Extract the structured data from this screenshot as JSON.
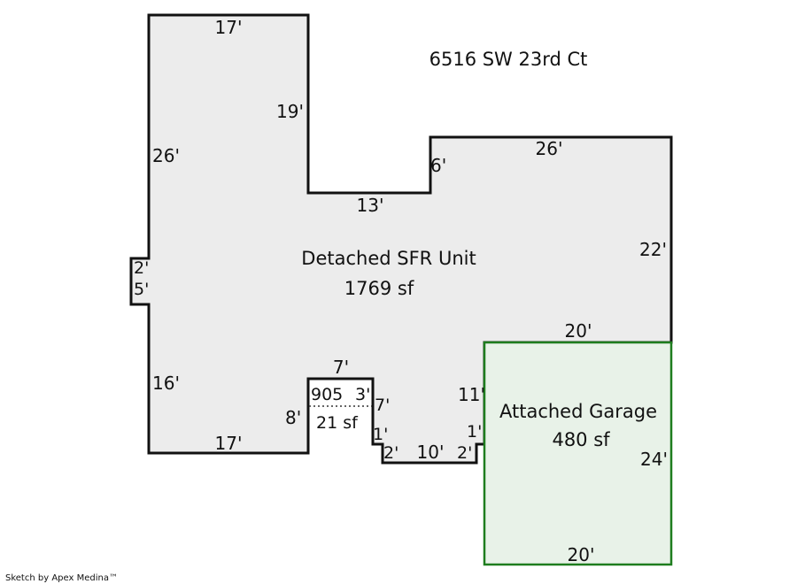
{
  "address": "6516 SW 23rd Ct",
  "credit": "Sketch by Apex Medina™",
  "colors": {
    "main_outline": "#111111",
    "main_fill": "#ececec",
    "garage_outline": "#1e7d1e",
    "garage_fill": "#e8f2e8"
  },
  "areas": {
    "main": {
      "name": "Detached SFR Unit",
      "size": "1769 sf"
    },
    "garage": {
      "name": "Attached Garage",
      "size": "480 sf"
    },
    "inset": {
      "code": "905",
      "size": "21 sf"
    }
  },
  "dimensions": {
    "main_top": "17'",
    "main_left_upper": "26'",
    "notch_top": "2'",
    "notch_side": "5'",
    "main_left_lower": "16'",
    "main_bottom_left": "17'",
    "notch_inner_right": "19'",
    "notch_inner_bottom": "13'",
    "step_up": "6'",
    "right_top": "26'",
    "right_side": "22'",
    "garage_top": "20'",
    "garage_right": "24'",
    "garage_bottom": "20'",
    "inset_top": "7'",
    "inset_left": "8'",
    "inset_right_a": "3'",
    "inset_right_b": "7'",
    "jog_left_v": "1'",
    "jog_left_h": "2'",
    "bottom_mid": "10'",
    "jog_right_h": "2'",
    "jog_right_v": "1'",
    "garage_left_upper": "11'"
  }
}
